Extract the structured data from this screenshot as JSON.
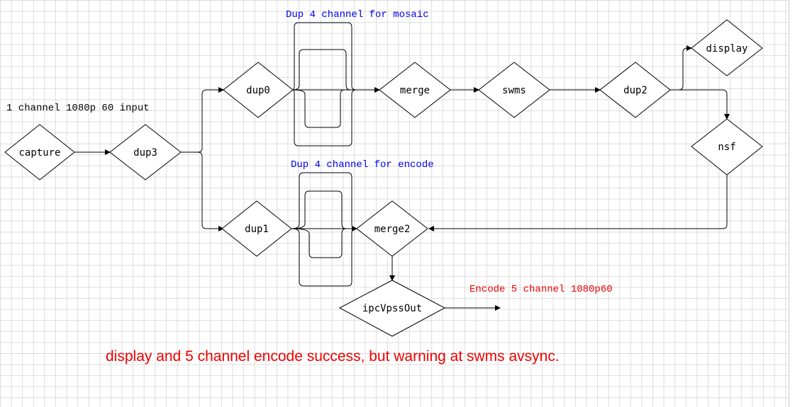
{
  "colors": {
    "node_stroke": "#000000",
    "blue_note": "#0000ee",
    "red_note": "#ee0000",
    "black_note": "#000000"
  },
  "nodes": {
    "capture": "capture",
    "dup3": "dup3",
    "dup0": "dup0",
    "dup1": "dup1",
    "merge": "merge",
    "swms": "swms",
    "dup2": "dup2",
    "display": "display",
    "nsf": "nsf",
    "merge2": "merge2",
    "ipcVpssOut": "ipcVpssOut"
  },
  "notes": {
    "input": "1 channel 1080p 60 input",
    "mosaic": "Dup 4 channel for mosaic",
    "encode_dup": "Dup 4 channel for encode",
    "encode_out": "Encode 5 channel 1080p60",
    "status": "display and 5 channel encode success, but warning at swms avsync."
  }
}
